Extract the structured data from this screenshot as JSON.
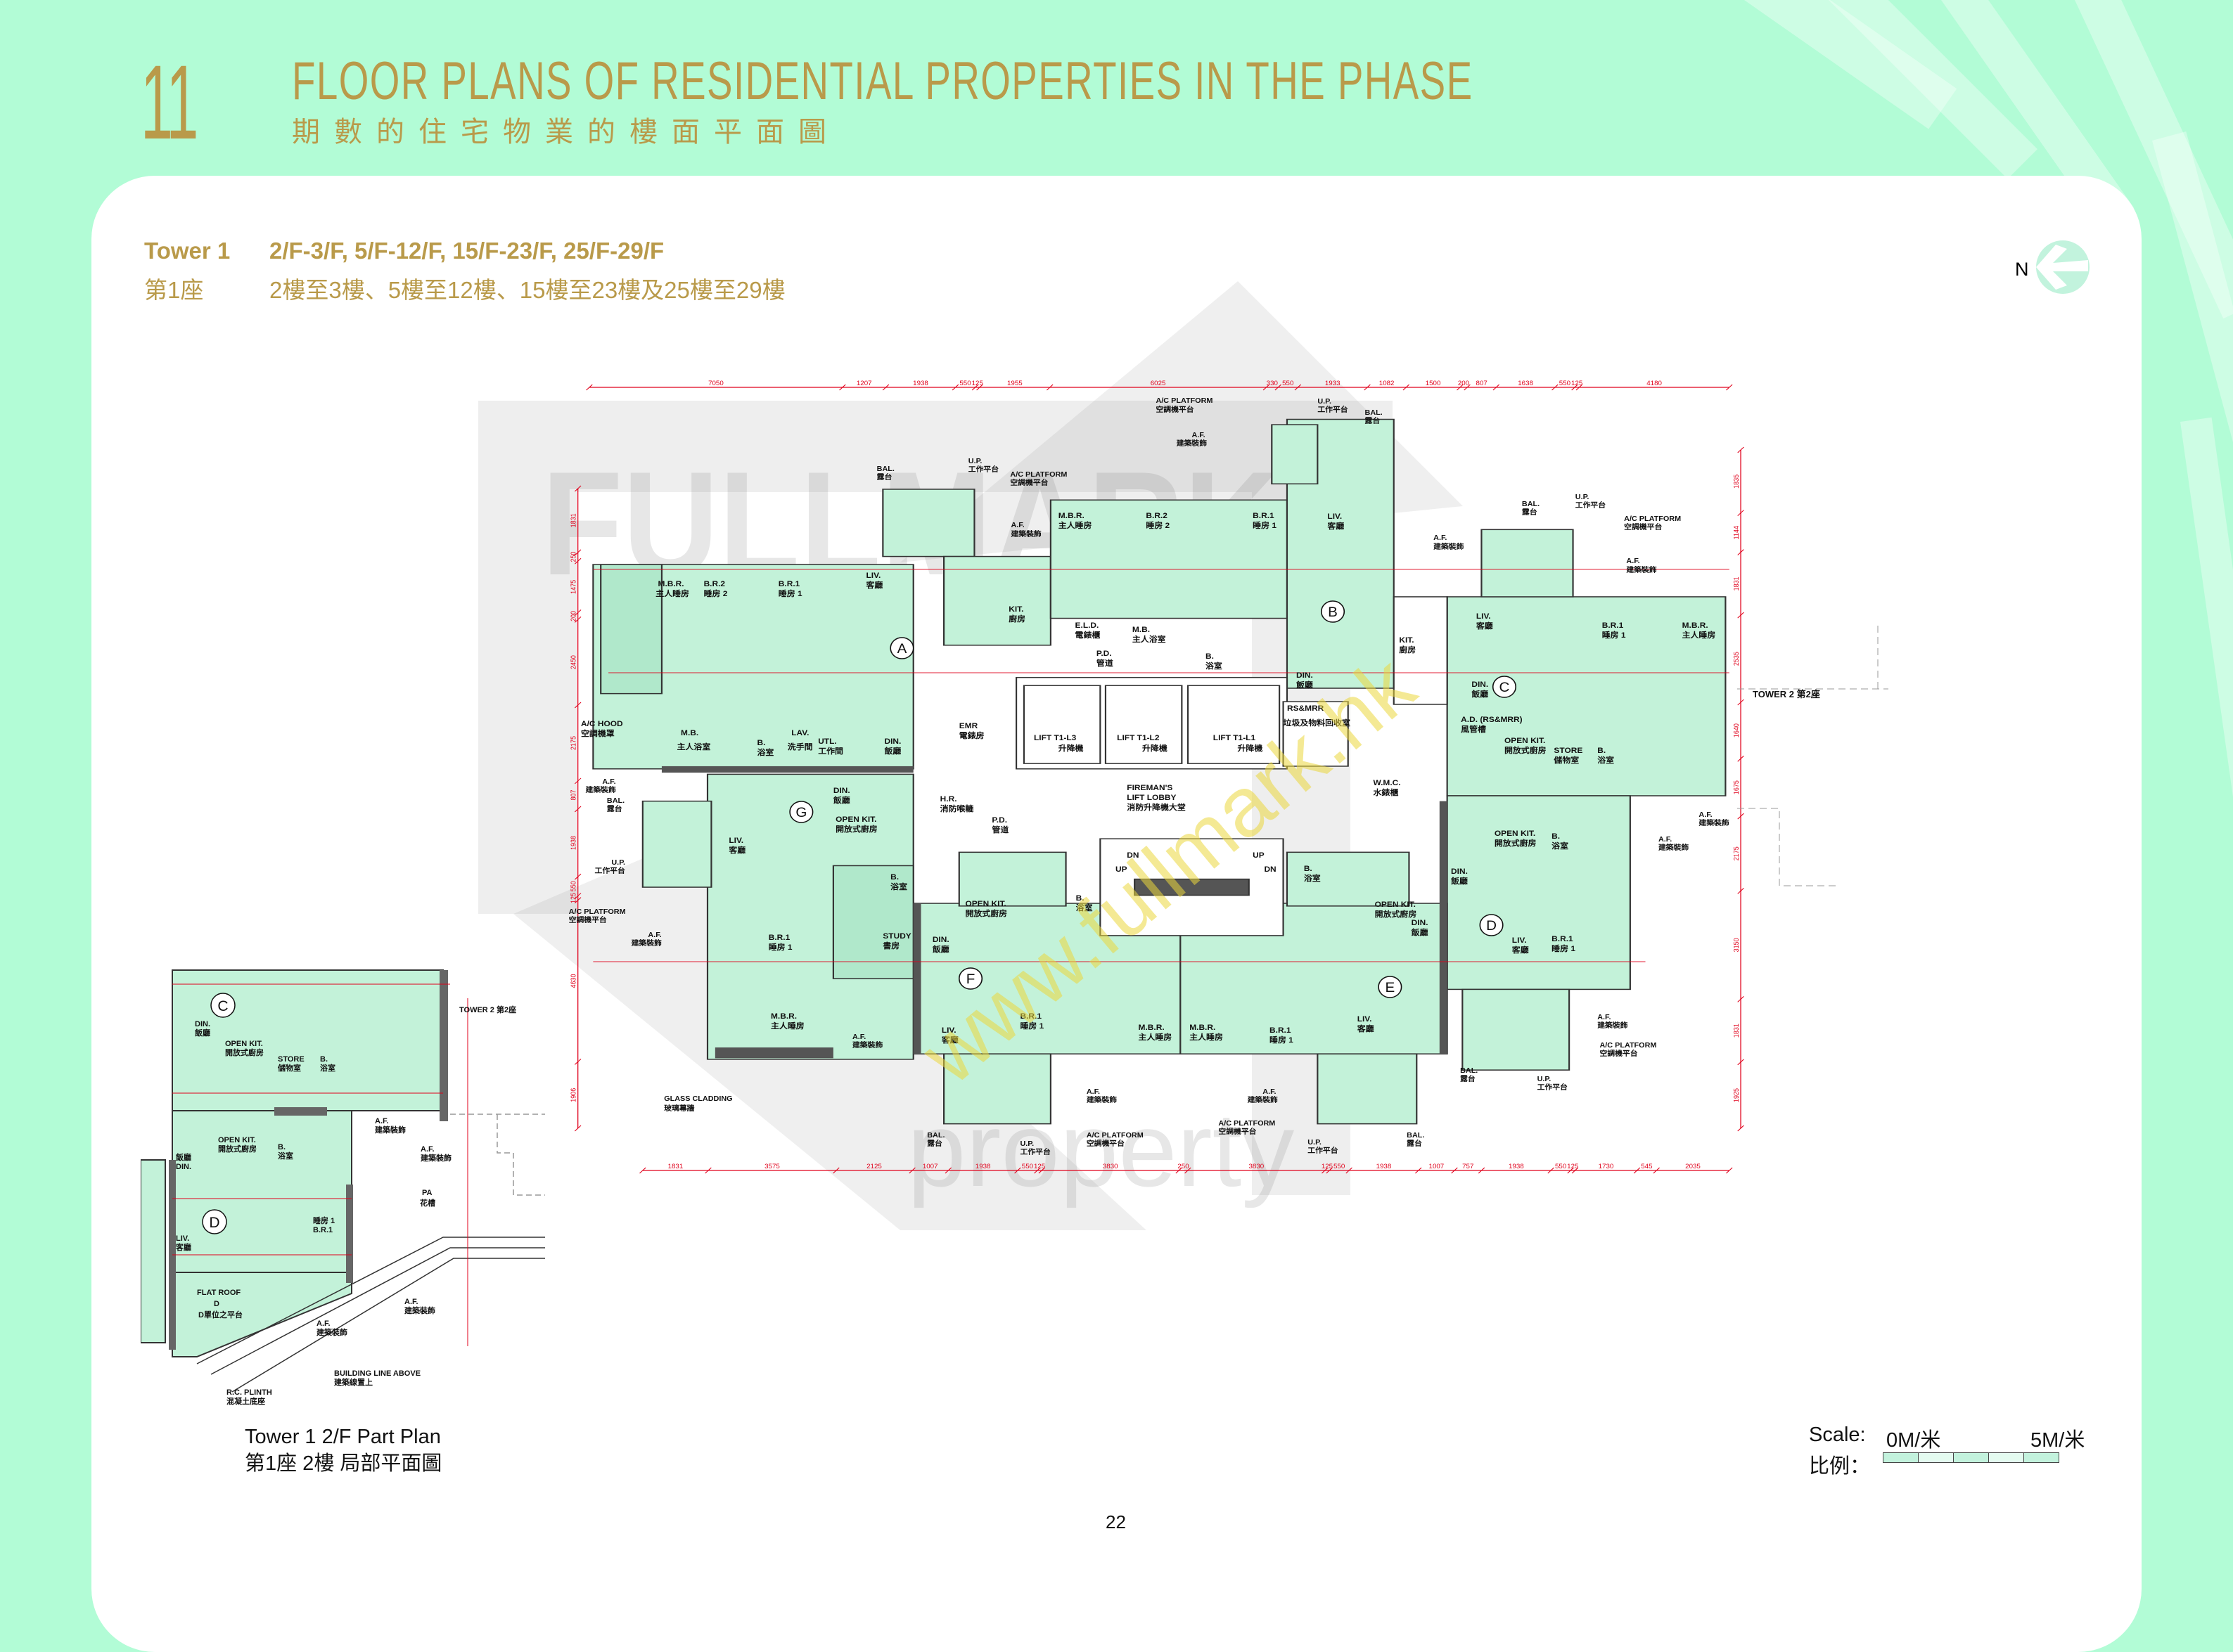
{
  "header": {
    "chapter_number": "11",
    "title_en": "FLOOR PLANS OF RESIDENTIAL PROPERTIES IN THE PHASE",
    "title_zh": "期數的住宅物業的樓面平面圖"
  },
  "tower": {
    "name_en": "Tower 1",
    "floors_en": "2/F-3/F, 5/F-12/F, 15/F-23/F, 25/F-29/F",
    "name_zh": "第1座",
    "floors_zh": "2樓至3樓、5樓至12樓、15樓至23樓及25樓至29樓"
  },
  "north": {
    "label": "N",
    "icon": "north-arrow-icon"
  },
  "watermark": {
    "brand": "FULLMARK",
    "sub": "property",
    "url": "www.fullmark.hk"
  },
  "plan": {
    "units": [
      "A",
      "B",
      "C",
      "D",
      "E",
      "F",
      "G"
    ],
    "dims_top": [
      7050,
      1207,
      1938,
      550,
      125,
      1955,
      6025,
      330,
      550,
      1933,
      1082,
      1500,
      200,
      807,
      1638,
      550,
      125,
      4180
    ],
    "dims_bottom": [
      1831,
      3575,
      2125,
      1007,
      1938,
      550,
      125,
      3830,
      250,
      3830,
      125,
      550,
      1938,
      1007,
      757,
      1938,
      550,
      125,
      1730,
      545,
      2035
    ],
    "dims_left": [
      1831,
      250,
      1475,
      200,
      2450,
      2175,
      807,
      1938,
      550,
      125,
      4630,
      1906
    ],
    "dims_right": [
      1835,
      1144,
      1831,
      2535,
      1640,
      1675,
      2175,
      3150,
      1831,
      1925
    ],
    "rooms": {
      "mbr": "M.B.R.",
      "mbr_zh": "主人睡房",
      "br2": "B.R.2",
      "br2_zh": "睡房 2",
      "br1": "B.R.1",
      "br1_zh": "睡房 1",
      "liv": "LIV.",
      "liv_zh": "客廳",
      "kit": "KIT.",
      "kit_zh": "廚房",
      "din": "DIN.",
      "din_zh": "飯廳",
      "open_kit": "OPEN KIT.",
      "open_kit_zh": "開放式廚房",
      "mb": "M.B.",
      "mb_zh": "主人浴室",
      "b": "B.",
      "b_zh": "浴室",
      "lav": "LAV.",
      "lav_zh": "洗手間",
      "utl": "UTL.",
      "utl_zh": "工作間",
      "store": "STORE",
      "store_zh": "儲物室",
      "study": "STUDY",
      "study_zh": "書房",
      "eld": "E.L.D.",
      "eld_zh": "電錶櫃",
      "pd": "P.D.",
      "pd_zh": "管道",
      "emr": "EMR",
      "emr_zh": "電錶房",
      "hr": "H.R.",
      "hr_zh": "消防喉轆",
      "rsmrr": "RS&MRR",
      "rsmrr_zh": "垃圾及物料回收室",
      "ad": "A.D. (RS&MRR)",
      "ad_zh": "風管槽",
      "wmc": "W.M.C.",
      "wmc_zh": "水錶櫃",
      "ac_hood": "A/C HOOD",
      "ac_hood_zh": "空調機罩",
      "lift1": "LIFT T1-L1",
      "lift2": "LIFT T1-L2",
      "lift3": "LIFT T1-L3",
      "lift_zh": "升降機",
      "lobby1": "FIREMAN'S",
      "lobby2": "LIFT LOBBY",
      "lobby_zh": "消防升降機大堂",
      "up": "UP",
      "dn": "DN"
    },
    "annotations": {
      "ac_platform": "A/C PLATFORM",
      "ac_platform_zh": "空調機平台",
      "up": "U.P.",
      "up_zh": "工作平台",
      "bal": "BAL.",
      "bal_zh": "露台",
      "af": "A.F.",
      "af_zh": "建築裝飾",
      "glass": "GLASS CLADDING",
      "glass_zh": "玻璃幕牆",
      "tower2": "TOWER 2 第2座"
    }
  },
  "part_plan": {
    "units": [
      "C",
      "D"
    ],
    "flat_roof": "FLAT ROOF",
    "flat_roof_unit": "D",
    "flat_roof_zh": "D單位之平台",
    "pa": "PA",
    "pa_zh": "花槽",
    "tower2": "TOWER 2 第2座",
    "building_line": "BUILDING LINE ABOVE",
    "building_line_zh": "建築線置上",
    "plinth": "R.C. PLINTH",
    "plinth_zh": "混凝土底座",
    "caption_en": "Tower 1 2/F Part Plan",
    "caption_zh": "第1座 2樓 局部平面圖"
  },
  "scale": {
    "label_en": "Scale:",
    "label_zh": "比例：",
    "start": "0M/米",
    "end": "5M/米"
  },
  "page_number": "22"
}
